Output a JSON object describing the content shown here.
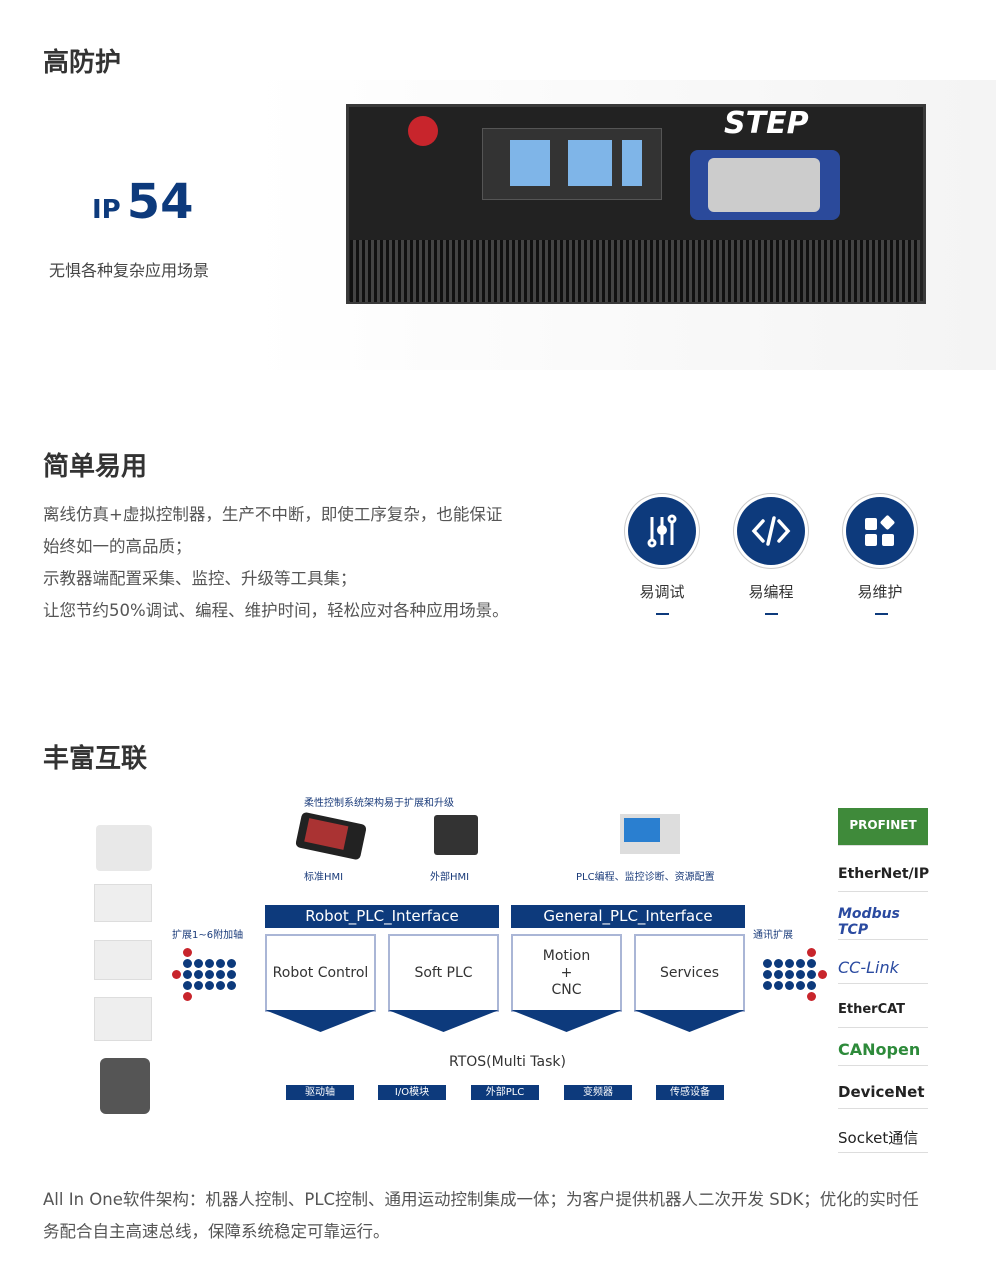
{
  "section1": {
    "title": "高防护",
    "ip_prefix": "IP",
    "ip_value": "54",
    "subtitle": "无惧各种复杂应用场景",
    "device_brand": "STEP"
  },
  "section2": {
    "title": "简单易用",
    "lines": [
      "离线仿真+虚拟控制器，生产不中断，即使工序复杂，也能保证",
      "始终如一的高品质；",
      "示教器端配置采集、监控、升级等工具集；",
      "让您节约50%调试、编程、维护时间，轻松应对各种应用场景。"
    ],
    "features": [
      {
        "label": "易调试",
        "icon": "sliders-icon"
      },
      {
        "label": "易编程",
        "icon": "code-icon"
      },
      {
        "label": "易维护",
        "icon": "apps-icon"
      }
    ]
  },
  "section3": {
    "title": "丰富互联",
    "diagram": {
      "top_caption": "柔性控制系统架构易于扩展和升级",
      "hmi_std": "标准HMI",
      "hmi_ext": "外部HMI",
      "pc_caption": "PLC编程、监控诊断、资源配置",
      "left_caption": "扩展1~6附加轴",
      "right_caption": "通讯扩展",
      "interfaces": [
        "Robot_PLC_Interface",
        "General_PLC_Interface"
      ],
      "modules": [
        "Robot Control",
        "Soft PLC",
        "Motion",
        "+",
        "CNC",
        "Services"
      ],
      "rtos": "RTOS(Multi Task)",
      "tags": [
        "驱动轴",
        "I/O模块",
        "外部PLC",
        "变频器",
        "传感设备"
      ],
      "protocols": [
        "PROFINET",
        "EtherNet/IP",
        "Modbus TCP",
        "CC-Link",
        "EtherCAT",
        "CANopen",
        "DeviceNet",
        "Socket通信"
      ]
    },
    "footer": [
      "All In One软件架构：机器人控制、PLC控制、通用运动控制集成一体；为客户提供机器人二次开发 SDK；优化的实时任",
      "务配合自主高速总线，保障系统稳定可靠运行。"
    ]
  },
  "colors": {
    "brand": "#0d3a7c",
    "accent": "#c8252c"
  }
}
